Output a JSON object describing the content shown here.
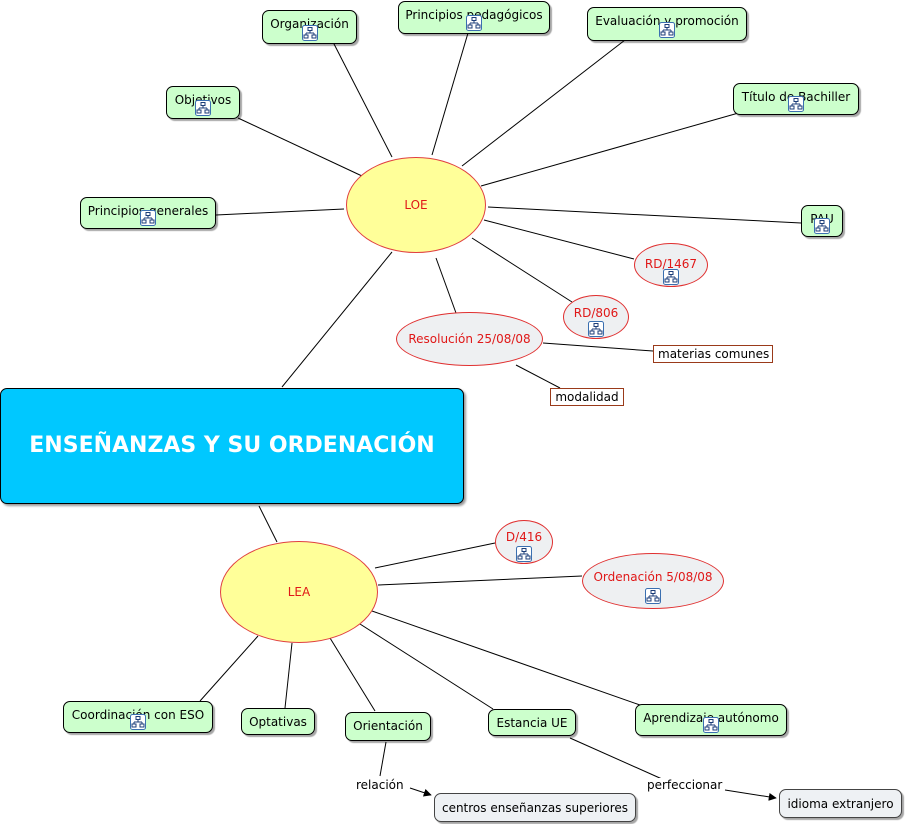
{
  "central": "ENSEÑANZAS Y SU ORDENACIÓN",
  "loe": {
    "label": "LOE",
    "children": {
      "organizacion": "Organización",
      "principios_pedagogicos": "Principios pedagógicos",
      "evaluacion": "Evaluación y promoción",
      "titulo": "Título de Bachiller",
      "objetivos": "Objetivos",
      "principios_generales": "Principios generales",
      "pau": "PAU",
      "rd1467": "RD/1467",
      "rd806": "RD/806",
      "resolucion": "Resolución 25/08/08",
      "materias_comunes": "materias comunes",
      "modalidad": "modalidad"
    }
  },
  "lea": {
    "label": "LEA",
    "children": {
      "d416": "D/416",
      "ordenacion": "Ordenación 5/08/08",
      "coordinacion": "Coordinación con ESO",
      "optativas": "Optativas",
      "orientacion": "Orientación",
      "estancia": "Estancia UE",
      "aprendizaje": "Aprendizaje autónomo",
      "centros": "centros enseñanzas superiores",
      "idioma": "idioma extranjero"
    },
    "links": {
      "relacion": "relación",
      "perfeccionar": "perfeccionar"
    }
  },
  "colors": {
    "central_fill": "#00c8ff",
    "hub_fill": "#ffff99",
    "topic_fill": "#ccffcc",
    "legal_fill": "#eef0f2",
    "legal_text": "#e01818"
  },
  "icons": {
    "resource": "linked-map-icon"
  }
}
